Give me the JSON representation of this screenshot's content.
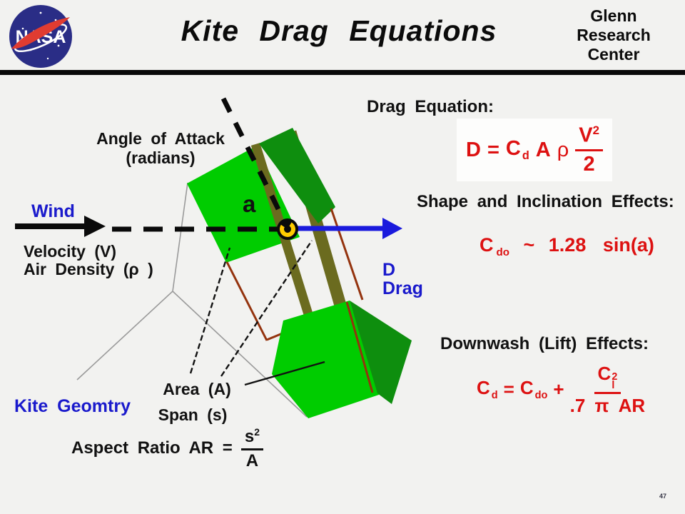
{
  "header": {
    "logo_text": "NASA",
    "title": "Kite Drag Equations",
    "org_lines": [
      "Glenn",
      "Research",
      "Center"
    ]
  },
  "diagram": {
    "angle_label_1": "Angle of Attack",
    "angle_label_2": "(radians)",
    "wind_label": "Wind",
    "velocity_label": "Velocity (V)",
    "air_density_label": "Air Density (ρ )",
    "alpha_label": "a",
    "drag_letter": "D",
    "drag_word": "Drag",
    "kite_geometry_label": "Kite Geomtry",
    "area_label": "Area (A)",
    "span_label": "Span (s)",
    "aspect_ratio_label": "Aspect Ratio AR =",
    "aspect_num": "s",
    "aspect_num_sup": "2",
    "aspect_den": "A"
  },
  "equations": {
    "drag_heading": "Drag Equation:",
    "drag": {
      "lhs": "D",
      "equals": "=",
      "c": "C",
      "c_sub": "d",
      "a": "A",
      "rho": "ρ",
      "num": "V",
      "num_sup": "2",
      "den": "2"
    },
    "shape_heading": "Shape and Inclination Effects:",
    "shape": {
      "c": "C",
      "c_sub": "do",
      "tilde": "~",
      "value": "1.28",
      "fn": "sin(a)"
    },
    "downwash_heading": "Downwash (Lift) Effects:",
    "downwash": {
      "lhs": "C",
      "lhs_sub": "d",
      "equals": "=",
      "c1": "C",
      "c1_sub": "do",
      "plus": "+",
      "num": "C",
      "num_sup": "2",
      "num_sub": "l",
      "den": ".7 π AR"
    }
  },
  "page_number": "47",
  "colors": {
    "background": "#f2f2f0",
    "accent_blue": "#1a1acc",
    "equation_red": "#dd1111",
    "kite_bright_green": "#00cc00",
    "kite_dark_green": "#0e8e0e",
    "spar_olive": "#6b6b1f",
    "frame_brown": "#94330e",
    "nasa_blue": "#2a2d86",
    "nasa_red": "#e03c31"
  }
}
